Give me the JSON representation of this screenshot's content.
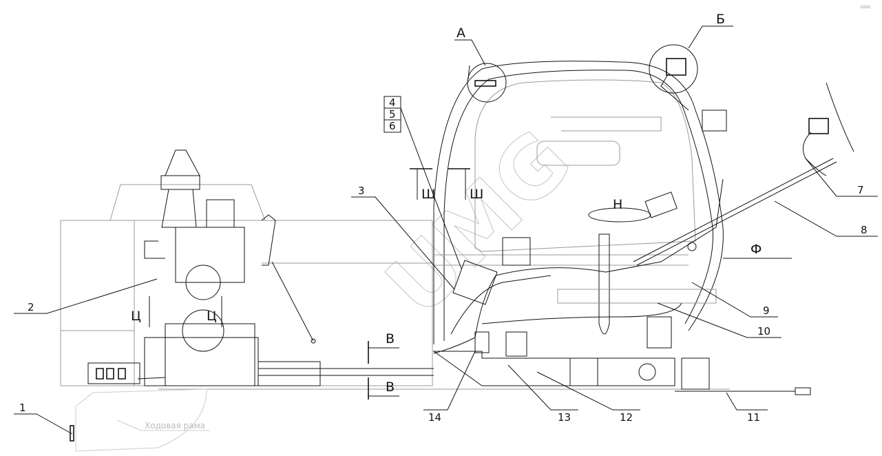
{
  "title": "Wiring layout drawing of the machine",
  "corner_mark": "▫▫▫",
  "watermark": "UMG",
  "frame_label": "Ходовая рама",
  "callouts": {
    "c1": "1",
    "c2": "2",
    "c3": "3",
    "c4": "4",
    "c5": "5",
    "c6": "6",
    "c7": "7",
    "c8": "8",
    "c9": "9",
    "c10": "10",
    "c11": "11",
    "c12": "12",
    "c13": "13",
    "c14": "14"
  },
  "views": {
    "a": "А",
    "b": "Б",
    "v1": "В",
    "v2": "В",
    "sh1": "Ш",
    "sh2": "Ш",
    "ts1": "Ц",
    "ts2": "Ц",
    "n": "Н",
    "f": "Ф"
  }
}
